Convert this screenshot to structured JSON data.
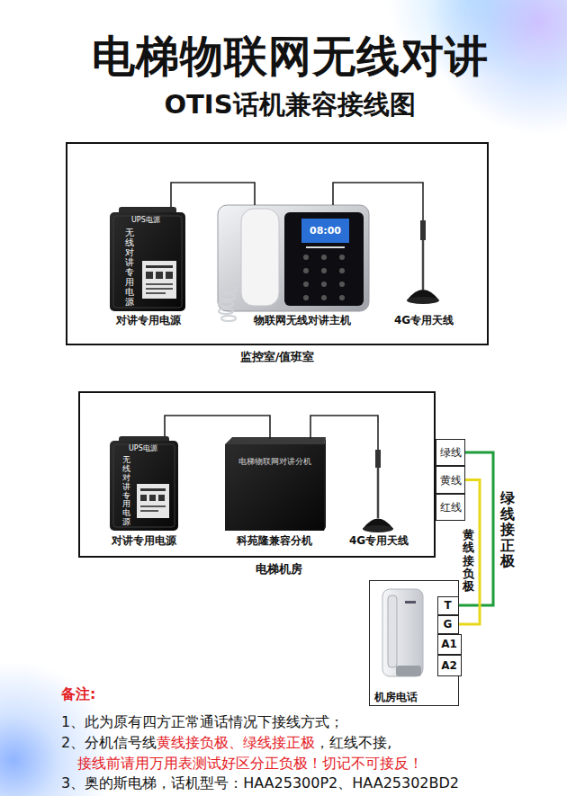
{
  "diagram": {
    "title": "电梯物联网无线对讲",
    "nodes": [
      {
        "text": [
          "监控室/值班室"
        ]
      },
      {
        "text": [
          "对讲专用电源"
        ],
        "in": 0
      },
      {
        "text": [
          "物联网无线对讲主机"
        ],
        "in": 0
      },
      {
        "text": [
          "4G专用天线"
        ],
        "in": 0
      },
      {
        "text": [
          "电梯机房"
        ]
      },
      {
        "text": [
          "对讲专用电源"
        ],
        "in": 4
      },
      {
        "text": [
          "科苑隆兼容分机"
        ],
        "in": 4
      },
      {
        "text": [
          "4G专用天线"
        ],
        "in": 4
      },
      {
        "text": [
          "绿线"
        ]
      },
      {
        "text": [
          "黄线"
        ]
      },
      {
        "text": [
          "红线"
        ]
      },
      {
        "text": [
          "机房电话"
        ]
      },
      {
        "text": [
          "T"
        ],
        "in": 11
      },
      {
        "text": [
          "G"
        ],
        "in": 11
      },
      {
        "text": [
          "A1"
        ],
        "in": 11
      },
      {
        "text": [
          "A2"
        ],
        "in": 11
      }
    ],
    "edges": [
      {
        "from": 1,
        "to": 2,
        "arrow": "none"
      },
      {
        "from": 2,
        "to": 3,
        "arrow": "none"
      },
      {
        "from": 5,
        "to": 6,
        "arrow": "none"
      },
      {
        "from": 6,
        "to": 7,
        "arrow": "none"
      },
      {
        "from": 8,
        "to": 12,
        "arrow": "none",
        "label": "绿线接正极"
      },
      {
        "from": 9,
        "to": 13,
        "arrow": "none",
        "label": "黄线接负极"
      }
    ],
    "labels": [
      "OTIS话机兼容接线图",
      "UPS电源",
      "无线对讲专用电源",
      "08:00",
      "UPS电源",
      "无线对讲专用电源",
      "电梯物联网对讲分机",
      "备注:",
      "1、此为原有四方正常通话情况下接线方式；",
      "2、分机信号线",
      "黄线接负极、绿线接正极",
      "，红线不接,",
      "接线前请用万用表测试好区分正负极！切记不可接反！",
      "3、奥的斯电梯，话机型号：HAA25300P2、HAA25302BD2"
    ]
  }
}
